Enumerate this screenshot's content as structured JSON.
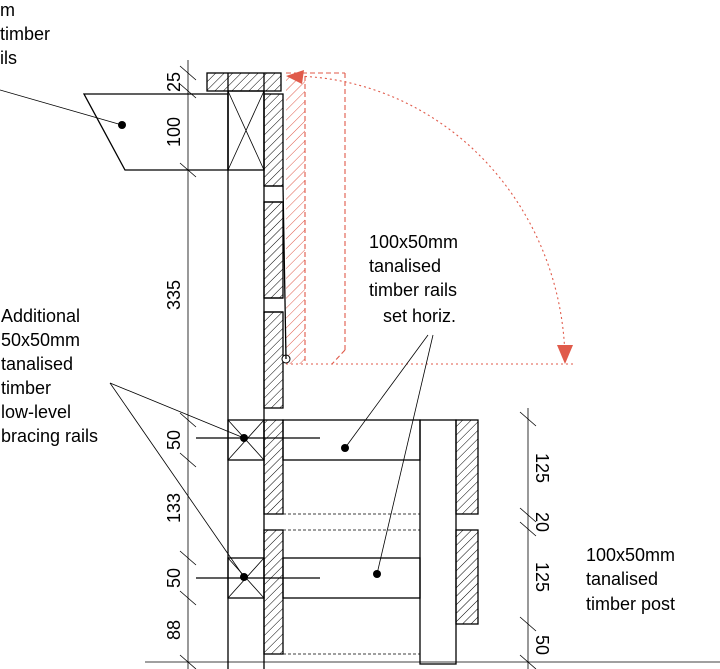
{
  "labels": {
    "top_left_line1": "m",
    "top_left_line2": "timber",
    "top_left_line3": "ils",
    "left_line1": "Additional",
    "left_line2": "50x50mm",
    "left_line3": "tanalised",
    "left_line4": "timber",
    "left_line5": "low-level",
    "left_line6": "bracing rails",
    "mid_line1": "100x50mm",
    "mid_line2": "tanalised",
    "mid_line3": "timber rails",
    "mid_line4": "set horiz.",
    "right_line1": "100x50mm",
    "right_line2": "tanalised",
    "right_line3": "timber post"
  },
  "dimensions": {
    "left": [
      "25",
      "100",
      "335",
      "50",
      "133",
      "50",
      "88"
    ],
    "right": [
      "125",
      "20",
      "125",
      "50"
    ]
  },
  "colors": {
    "line": "#000000",
    "swing_arc": "#e05a4a"
  }
}
